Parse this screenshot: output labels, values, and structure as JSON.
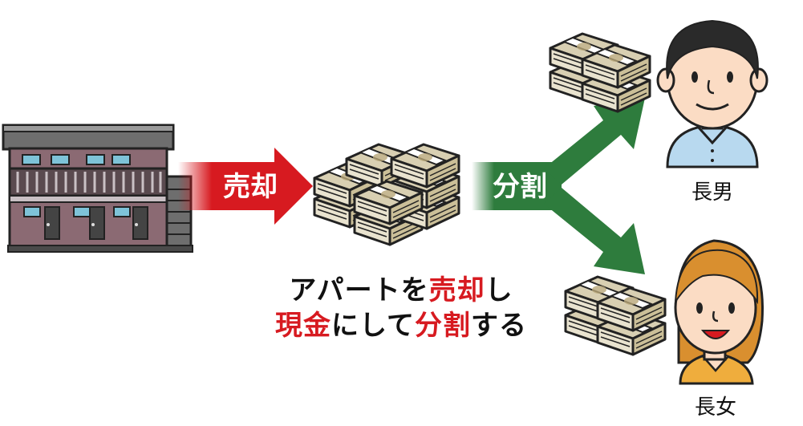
{
  "arrows": {
    "sell_label": "売却",
    "split_label": "分割",
    "sell_color": "#d71a20",
    "split_color": "#2e7c3d"
  },
  "caption": {
    "line1_a": "アパートを",
    "line1_b": "売却",
    "line1_c": "し",
    "line2_a": "現金",
    "line2_b": "にして",
    "line2_c": "分割",
    "line2_d": "する"
  },
  "persons": {
    "son_label": "長男",
    "daughter_label": "長女"
  },
  "colors": {
    "highlight": "#d71a20",
    "building_wall": "#8b6a73",
    "money": "#d8cfb2",
    "son_shirt": "#b8d9ef",
    "daughter_shirt": "#efad3d",
    "skin": "#fbdcc4",
    "daughter_hair": "#d98f2f"
  },
  "icons": [
    "apartment-building-icon",
    "cash-stack-icon",
    "man-icon",
    "woman-icon"
  ]
}
